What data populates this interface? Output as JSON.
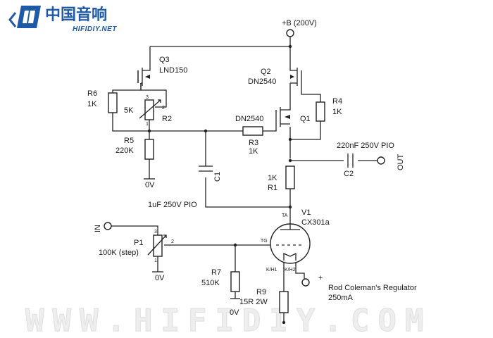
{
  "logo": {
    "cn_text": "中国音响",
    "url_text": "HIFIDIY.NET",
    "icon": "hifidiy-logo-icon",
    "color": "#1e5aa8"
  },
  "supply": {
    "label": "+B (200V)"
  },
  "q3": {
    "ref": "Q3",
    "part": "LND150"
  },
  "r6": {
    "ref": "R6",
    "value": "1K"
  },
  "r2": {
    "ref": "R2",
    "value": "5K",
    "pin1": "1",
    "pin2": "2",
    "pin3": "3"
  },
  "r5": {
    "ref": "R5",
    "value": "220K"
  },
  "gnd_left": {
    "label": "0V"
  },
  "q2": {
    "ref": "Q2",
    "part": "DN2540"
  },
  "q1": {
    "ref": "Q1",
    "part": "DN2540"
  },
  "r4": {
    "ref": "R4",
    "value": "1K"
  },
  "r3": {
    "ref": "R3",
    "value": "1K"
  },
  "c1": {
    "ref": "C1",
    "value": "1uF 250V PIO"
  },
  "c2": {
    "ref": "C2",
    "value": "220nF 250V PIO"
  },
  "out": {
    "label": "OUT"
  },
  "r1": {
    "ref": "R1",
    "value": "1K"
  },
  "v1": {
    "ref": "V1",
    "part": "CX301a",
    "pin_ta": "TA",
    "pin_tg": "TG",
    "pin_kh1": "K/H1",
    "pin_kh2": "K/H2"
  },
  "input": {
    "label": "IN"
  },
  "p1": {
    "ref": "P1",
    "value": "100K (step)",
    "pin1": "1",
    "pin2": "2",
    "pin3": "3"
  },
  "gnd_p1": {
    "label": "0V"
  },
  "r7": {
    "ref": "R7",
    "value": "510K"
  },
  "r9": {
    "ref": "R9",
    "value": "15R 2W"
  },
  "gnd_r7": {
    "label": "0V"
  },
  "regulator": {
    "plus": "+",
    "label": "Rod Coleman's Regulator",
    "current": "250mA"
  },
  "watermark": {
    "text": "WWW.HIFIDIY.COM"
  }
}
